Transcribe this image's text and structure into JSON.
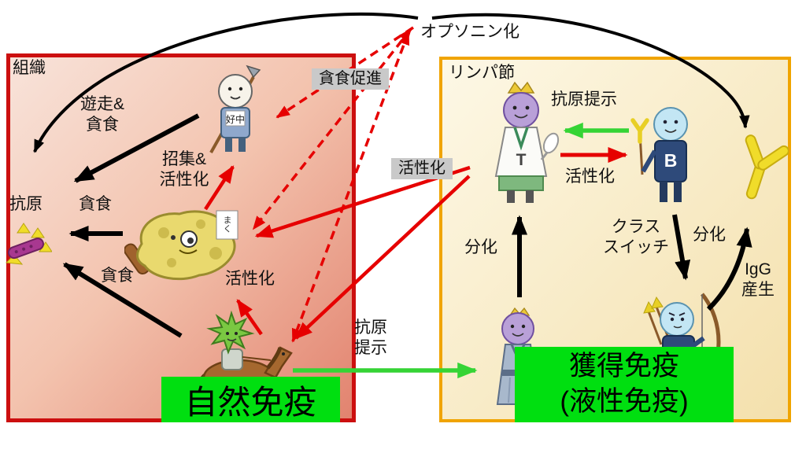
{
  "labels": {
    "opsonization": "オプソニン化",
    "tissue": "組織",
    "lymph_node": "リンパ節",
    "phagocytosis_promotion": "貪食促進",
    "activation_center": "活性化",
    "migration_phagocytosis": "遊走&\n貪食",
    "recruitment_activation": "招集&\n活性化",
    "antigen": "抗原",
    "phagocytosis_1": "貪食",
    "phagocytosis_2": "貪食",
    "activation_dc": "活性化",
    "antigen_presentation_innate": "抗原\n提示",
    "antigen_presentation_tb": "抗原提示",
    "activation_tb": "活性化",
    "differentiation_t": "分化",
    "class_switch": "クラス\nスイッチ",
    "differentiation_b": "分化",
    "igg_production": "IgG\n産生",
    "innate_immunity": "自然免疫",
    "acquired_immunity": "獲得免疫\n(液性免疫)"
  },
  "characters": {
    "neutrophil_tag": "好中",
    "macrophage_scroll": "まく",
    "t_cell_mark": "T",
    "b_cell_mark": "B"
  },
  "colors": {
    "tissue_border": "#cc0f0f",
    "tissue_bg_light": "#f8e3da",
    "tissue_bg_dark": "#e2836f",
    "lymph_border": "#f0a400",
    "lymph_bg_light": "#fdf8e6",
    "lymph_bg_dark": "#f4e0ac",
    "highlight_green": "#00df10",
    "label_grey": "#c9c9c9",
    "arrow_black": "#000000",
    "arrow_red": "#e60000",
    "arrow_green": "#35d435"
  }
}
